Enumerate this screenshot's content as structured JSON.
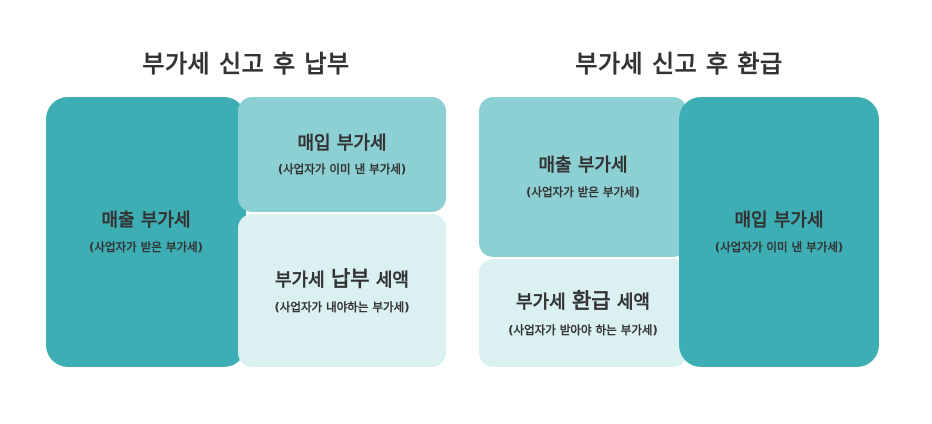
{
  "left": {
    "title": "부가세 신고 후 납부",
    "big_box": {
      "main": "매출 부가세",
      "sub": "(사업자가 받은 부가세)"
    },
    "top_box": {
      "main": "매입 부가세",
      "sub": "(사업자가 이미 낸 부가세)"
    },
    "bottom_box": {
      "main_pre": "부가세 ",
      "main_emph": "납부",
      "main_post": " 세액",
      "sub": "(사업자가 내야하는 부가세)"
    }
  },
  "right": {
    "title": "부가세 신고 후 환급",
    "top_box": {
      "main": "매출 부가세",
      "sub": "(사업자가 받은 부가세)"
    },
    "bottom_box": {
      "main_pre": "부가세 ",
      "main_emph": "환급",
      "main_post": " 세액",
      "sub": "(사업자가 받아야 하는 부가세)"
    },
    "big_box": {
      "main": "매입 부가세",
      "sub": "(사업자가 이미 낸 부가세)"
    }
  },
  "colors": {
    "dark": "#3eaeb5",
    "mid": "#8dd0d4",
    "light": "#daf0f1"
  }
}
